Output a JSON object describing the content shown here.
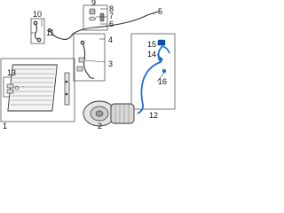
{
  "diagram": {
    "colors": {
      "line": "#333333",
      "part_blue": "#1f6fd1",
      "part_blue_dark": "#0b4fa8",
      "part_grey": "#8a8a8a",
      "box": "#555555"
    },
    "callouts": [
      {
        "id": "1",
        "text": "1"
      },
      {
        "id": "2",
        "text": "2"
      },
      {
        "id": "3",
        "text": "3"
      },
      {
        "id": "4",
        "text": "4"
      },
      {
        "id": "5",
        "text": "5"
      },
      {
        "id": "6",
        "text": "6"
      },
      {
        "id": "7",
        "text": "7"
      },
      {
        "id": "8",
        "text": "8"
      },
      {
        "id": "9",
        "text": "9"
      },
      {
        "id": "10",
        "text": "10"
      },
      {
        "id": "11",
        "text": "11"
      },
      {
        "id": "12",
        "text": "12"
      },
      {
        "id": "13",
        "text": "13"
      },
      {
        "id": "14",
        "text": "14"
      },
      {
        "id": "15",
        "text": "15"
      },
      {
        "id": "16",
        "text": "16"
      }
    ],
    "icons": [
      "condenser",
      "compressor",
      "ac-hose",
      "ac-line",
      "service-valve-cap",
      "o-ring",
      "clamp",
      "bolt",
      "pressure-switch"
    ]
  }
}
